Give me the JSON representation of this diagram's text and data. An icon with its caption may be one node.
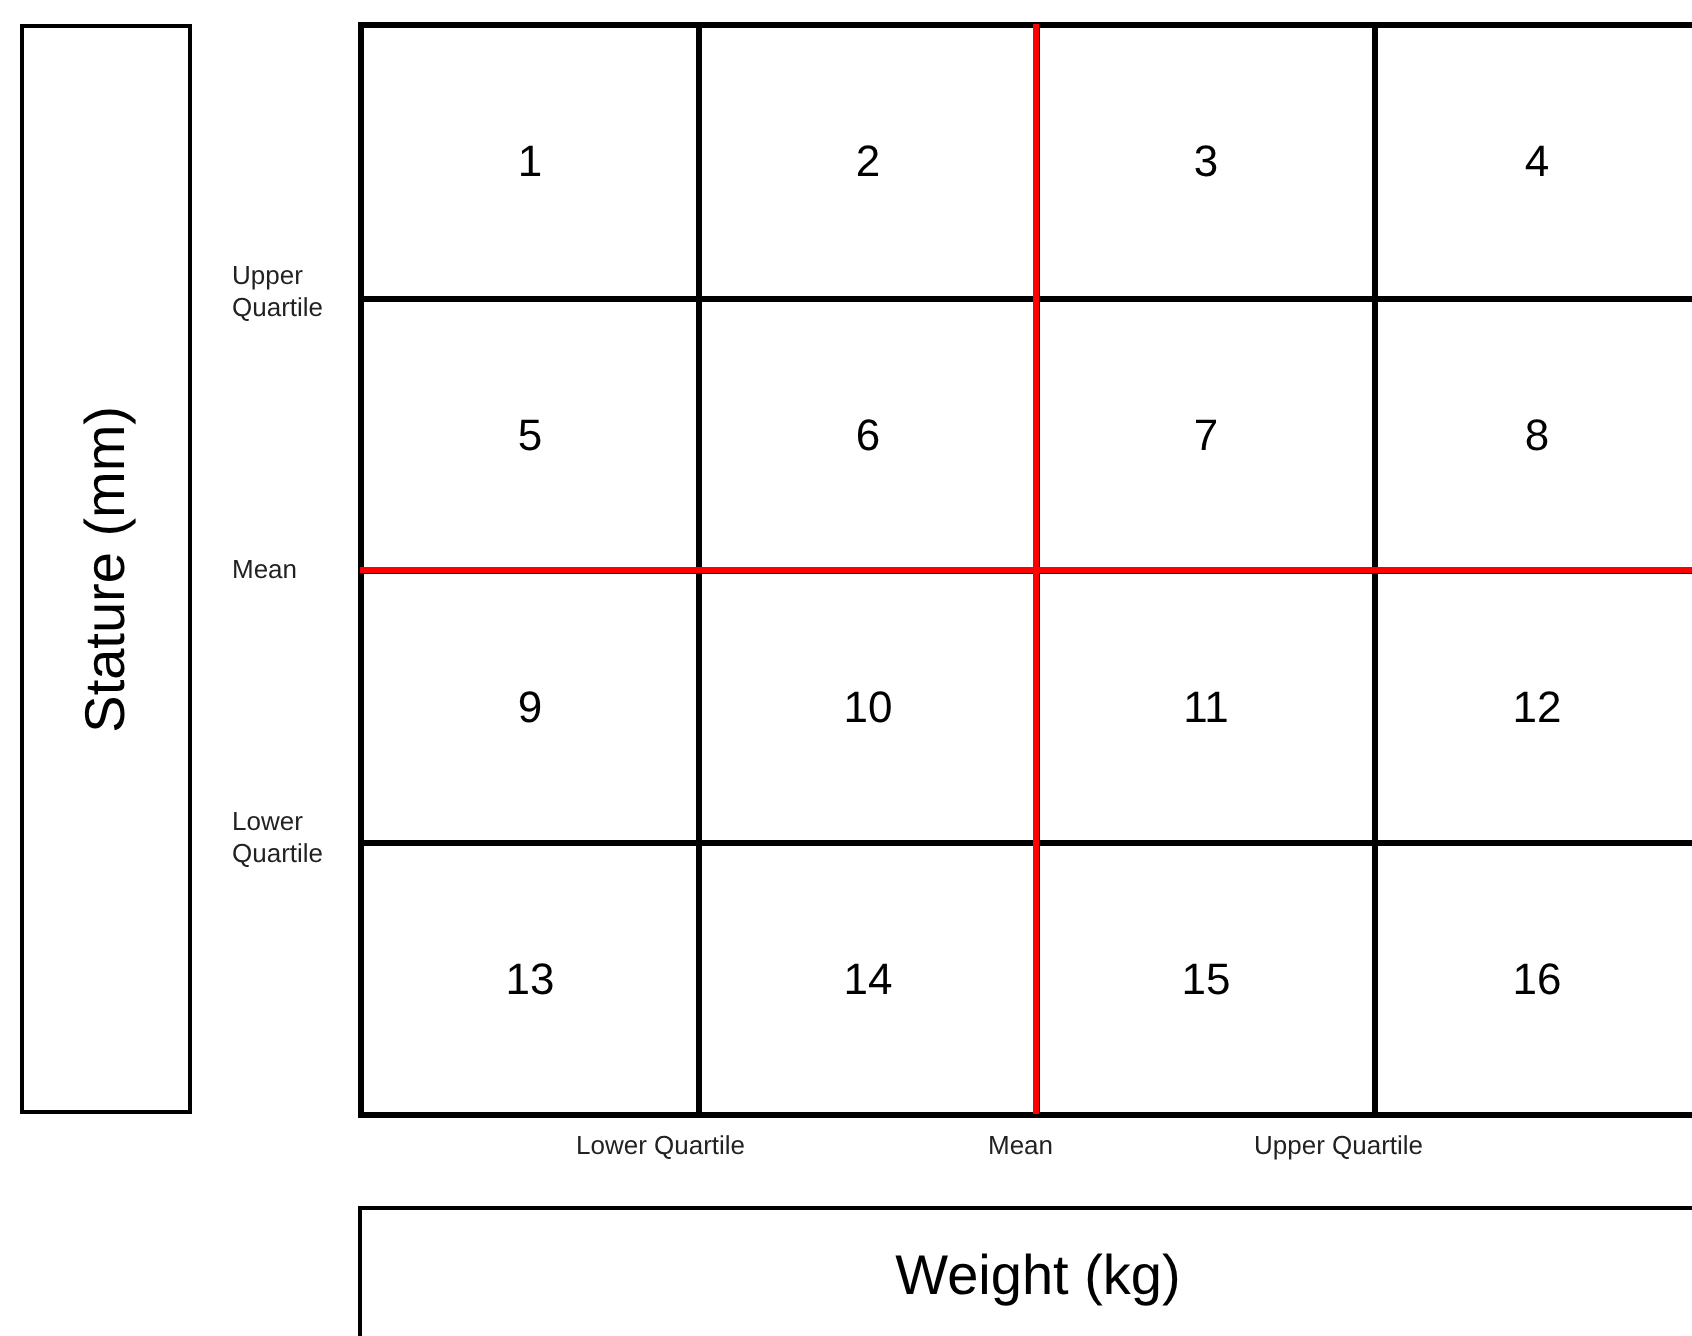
{
  "diagram": {
    "nodes": [
      {
        "text": [
          "Stature (mm)"
        ]
      },
      {
        "text": [
          "1"
        ]
      },
      {
        "text": [
          "2"
        ]
      },
      {
        "text": [
          "3"
        ]
      },
      {
        "text": [
          "4"
        ]
      },
      {
        "text": [
          "5"
        ]
      },
      {
        "text": [
          "6"
        ]
      },
      {
        "text": [
          "7"
        ]
      },
      {
        "text": [
          "8"
        ]
      },
      {
        "text": [
          "9"
        ]
      },
      {
        "text": [
          "10"
        ]
      },
      {
        "text": [
          "11"
        ]
      },
      {
        "text": [
          "12"
        ]
      },
      {
        "text": [
          "13"
        ]
      },
      {
        "text": [
          "14"
        ]
      },
      {
        "text": [
          "15"
        ]
      },
      {
        "text": [
          "16"
        ]
      },
      {
        "text": [
          "Weight (kg)"
        ]
      }
    ],
    "edges": [],
    "labels": [
      "Upper Quartile",
      "Mean",
      "Lower Quartile",
      "Lower Quartile",
      "Mean",
      "Upper Quartile"
    ]
  }
}
